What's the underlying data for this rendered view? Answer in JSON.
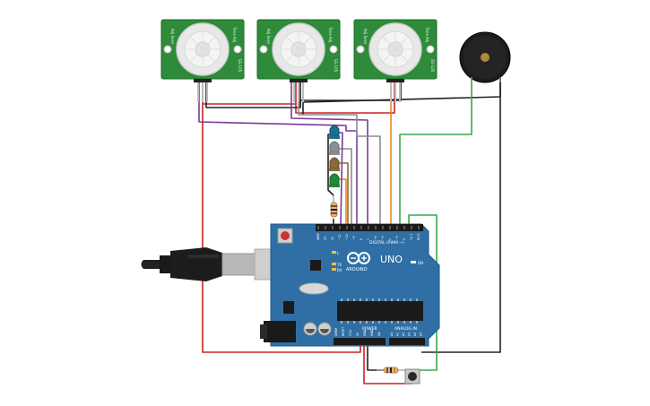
{
  "pir_sensors": [
    {
      "id": "pir1",
      "label_left": "Adj Sens",
      "label_right": "Time Adj",
      "model": "SS-105"
    },
    {
      "id": "pir2",
      "label_left": "Adj Sens",
      "label_right": "Time Adj",
      "model": "SS-105"
    },
    {
      "id": "pir3",
      "label_left": "Adj Sens",
      "label_right": "Time Adj",
      "model": "SS-105"
    }
  ],
  "board": {
    "brand": "ARDUINO",
    "model": "UNO",
    "digital_label": "DIGITAL (PWM ~)",
    "power_label": "POWER",
    "analog_label": "ANALOG IN",
    "on_label": "ON",
    "tx_label": "TX",
    "rx_label": "RX",
    "l_label": "L",
    "aref_label": "AREF",
    "gnd_label": "GND",
    "power_pins": [
      "IOREF",
      "RESET",
      "3.3V",
      "5V",
      "GND",
      "GND",
      "Vin"
    ],
    "analog_pins": [
      "A0",
      "A1",
      "A2",
      "A3",
      "A4",
      "A5"
    ],
    "digital_pins": [
      "13",
      "12",
      "~11",
      "~10",
      "~9",
      "8",
      "7",
      "~6",
      "~5",
      "4",
      "~3",
      "2",
      "TX 1",
      "RX 0"
    ]
  },
  "leds": [
    {
      "id": "led-blue",
      "color": "#1f6f94"
    },
    {
      "id": "led-gray",
      "color": "#8a8f94"
    },
    {
      "id": "led-brown",
      "color": "#8a6a3a"
    },
    {
      "id": "led-green",
      "color": "#1e8a3a"
    }
  ],
  "wire_colors": {
    "red": "#cc2222",
    "black": "#222222",
    "purple": "#7a3b9a",
    "gray": "#8c8c8c",
    "orange": "#e08a1e",
    "green": "#3aa84a"
  },
  "components": {
    "buzzer": "buzzer",
    "push_button": "push-button",
    "resistor_led": "resistor",
    "resistor_button": "resistor",
    "usb_cable": "usb-cable"
  }
}
